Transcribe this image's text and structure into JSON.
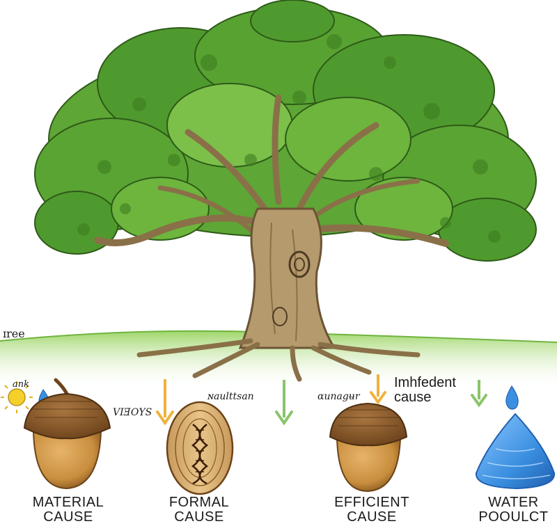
{
  "labels": {
    "tree": "ɪree",
    "sun": "ank",
    "ways": "VIƎOYS",
    "scratch_1": "ɴaulttsan",
    "scratch_2": "ɑunagʉr",
    "imhfedent_line1": "Imhfedent",
    "imhfedent_line2": "cause"
  },
  "causes": [
    {
      "line1": "MATERIAL",
      "line2": "CAUSE"
    },
    {
      "line1": "FORMAL",
      "line2": "CAUSE"
    },
    {
      "line1": "EFFICIENT",
      "line2": "CAUSE"
    },
    {
      "line1": "WATER",
      "line2": "POOULCT"
    }
  ],
  "colors": {
    "leaf": "#4f9a2e",
    "leaf_light": "#7cc04a",
    "trunk": "#b59a6e",
    "grass": "#8fce5a",
    "acorn_cap": "#8a5a2b",
    "acorn_nut": "#c98e3e",
    "arrow_orange": "#f0b23c",
    "arrow_green": "#8ac46a",
    "water": "#3b8fe0",
    "sun": "#f5d02a"
  }
}
